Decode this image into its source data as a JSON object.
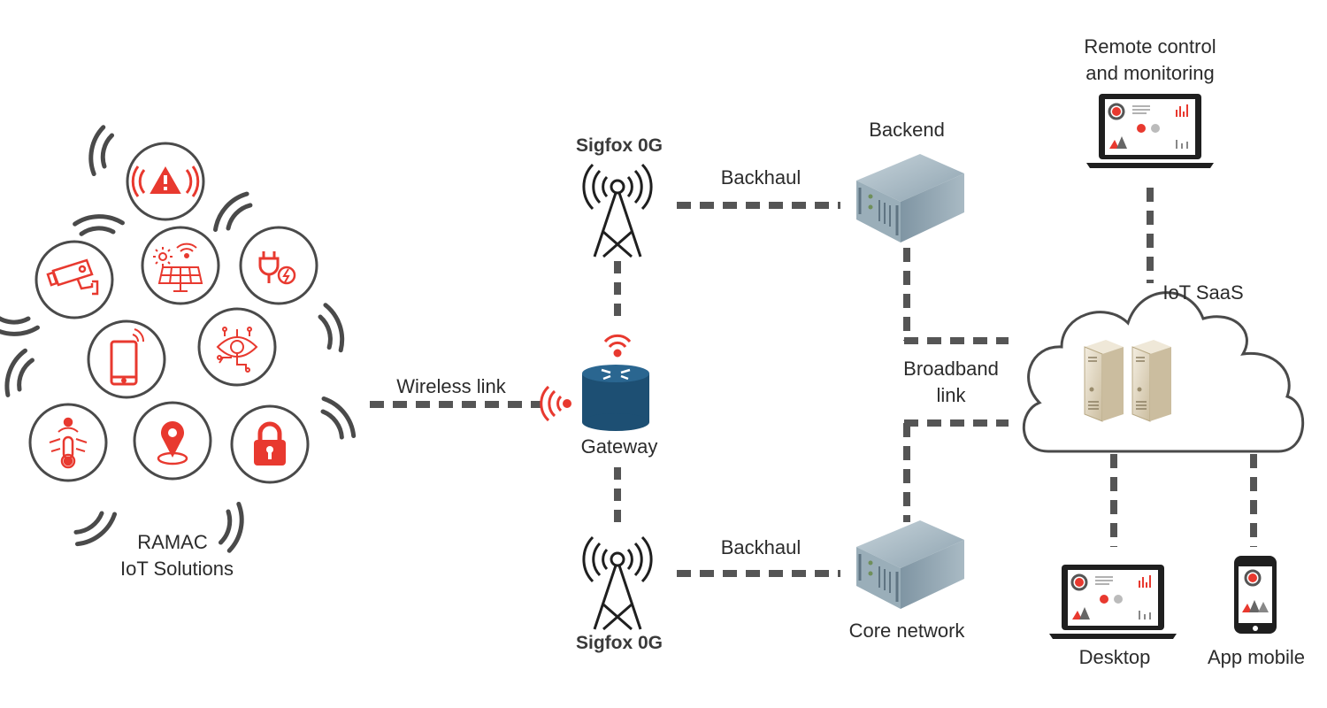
{
  "colors": {
    "accent_red": "#e8392f",
    "line_gray": "#555555",
    "circle_gray": "#4a4a4a",
    "gateway_blue": "#1d4f73",
    "server_steel": "#8aa0ae",
    "server_beige": "#d9cdb5"
  },
  "iot_cluster": {
    "title_line1": "RAMAC",
    "title_line2": "IoT Solutions",
    "devices": [
      {
        "name": "alarm",
        "icon": "warning-alarm-icon"
      },
      {
        "name": "cctv-camera",
        "icon": "cctv-camera-icon"
      },
      {
        "name": "solar-panel",
        "icon": "solar-panel-icon"
      },
      {
        "name": "smart-plug",
        "icon": "smart-plug-icon"
      },
      {
        "name": "smartphone",
        "icon": "smartphone-icon"
      },
      {
        "name": "smart-vision",
        "icon": "eye-circuit-icon"
      },
      {
        "name": "temperature-sensor",
        "icon": "thermometer-icon"
      },
      {
        "name": "location-tracker",
        "icon": "location-pin-icon"
      },
      {
        "name": "smart-lock",
        "icon": "padlock-icon"
      }
    ]
  },
  "links": {
    "wireless": "Wireless link",
    "backhaul_top": "Backhaul",
    "backhaul_bottom": "Backhaul",
    "broadband_line1": "Broadband",
    "broadband_line2": "link"
  },
  "nodes": {
    "sigfox_top": "Sigfox 0G",
    "sigfox_bottom": "Sigfox 0G",
    "gateway": "Gateway",
    "backend": "Backend",
    "core_network": "Core network",
    "iot_saas": "IoT SaaS",
    "remote_line1": "Remote control",
    "remote_line2": "and monitoring",
    "desktop": "Desktop",
    "app_mobile": "App mobile"
  }
}
